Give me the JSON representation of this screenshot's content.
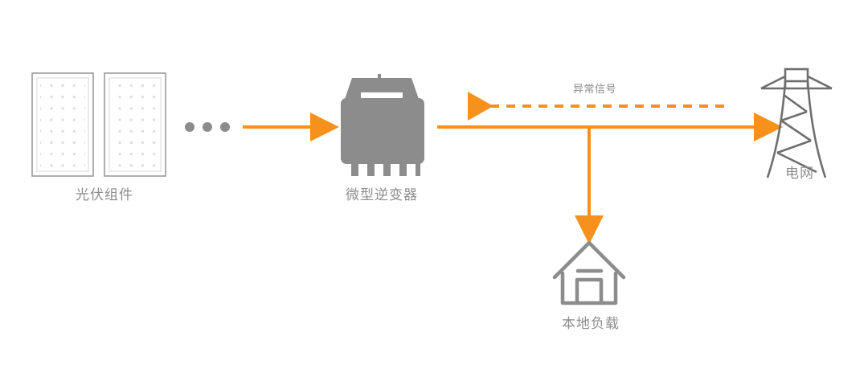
{
  "diagram": {
    "title": "Microinverter grid-tied PV system flow diagram",
    "colors": {
      "flow_orange": "#f7911e",
      "icon_gray": "#8c8c8c",
      "panel_border": "#9a9a9a",
      "panel_inner": "#e8e8e8",
      "panel_cell": "#dcdcdc",
      "background": "#ffffff"
    },
    "nodes": [
      {
        "id": "pv",
        "label": "光伏组件",
        "icon": "solar-panel-icon"
      },
      {
        "id": "inverter",
        "label": "微型逆变器",
        "icon": "microinverter-icon"
      },
      {
        "id": "grid",
        "label": "电网",
        "icon": "transmission-tower-icon"
      },
      {
        "id": "load",
        "label": "本地负载",
        "icon": "house-icon"
      }
    ],
    "flows": [
      {
        "id": "pv-to-inverter",
        "style": "solid",
        "direction": "right",
        "label": ""
      },
      {
        "id": "inverter-to-grid",
        "style": "solid",
        "direction": "right",
        "label": ""
      },
      {
        "id": "inverter-to-load",
        "style": "solid",
        "direction": "down",
        "label": ""
      },
      {
        "id": "grid-to-inverter",
        "style": "dashed",
        "direction": "left",
        "label": "异常信号"
      }
    ],
    "ellipsis": {
      "dots": 3,
      "meaning": "more-panels-indicator"
    }
  }
}
